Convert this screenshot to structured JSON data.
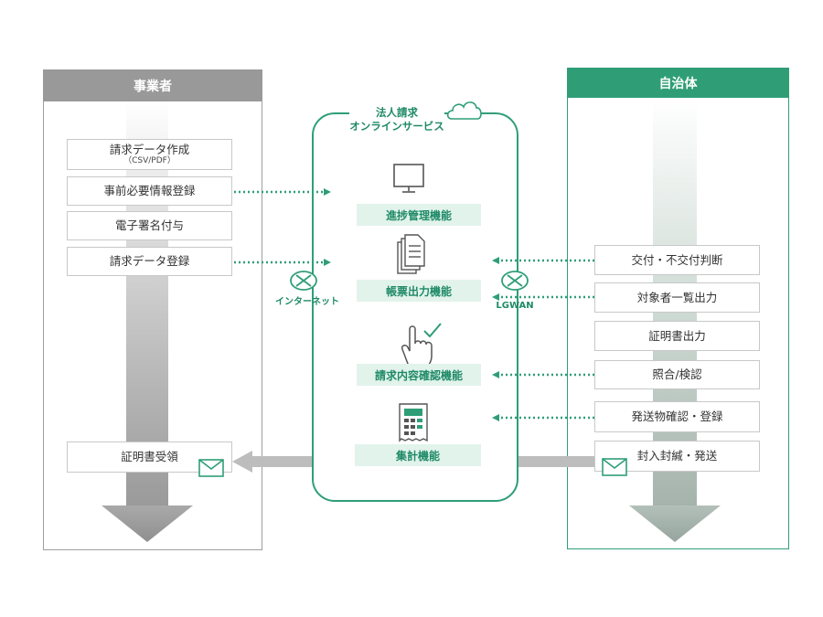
{
  "operator": {
    "title": "事業者",
    "steps": [
      {
        "label": "請求データ作成",
        "sub": "（CSV/PDF）"
      },
      {
        "label": "事前必要情報登録"
      },
      {
        "label": "電子署名付与"
      },
      {
        "label": "請求データ登録"
      }
    ],
    "receive": "証明書受領"
  },
  "service": {
    "title_line1": "法人請求",
    "title_line2": "オンラインサービス",
    "functions": [
      "進捗管理機能",
      "帳票出力機能",
      "請求内容確認機能",
      "集計機能"
    ]
  },
  "networks": {
    "internet": "インターネット",
    "lgwan": "LGWAN"
  },
  "municipality": {
    "title": "自治体",
    "steps": [
      "交付・不交付判断",
      "対象者一覧出力",
      "証明書出力",
      "照合/検認",
      "発送物確認・登録",
      "封入封緘・発送"
    ]
  },
  "colors": {
    "operator_header": "#999999",
    "municipality_header": "#2f9e77",
    "accent": "#1f8a67",
    "function_bg": "#e2f3ec"
  },
  "icons": [
    "cloud-icon",
    "monitor-icon",
    "documents-icon",
    "hand-touch-check-icon",
    "receipt-calculator-icon",
    "network-router-icon",
    "envelope-icon"
  ]
}
